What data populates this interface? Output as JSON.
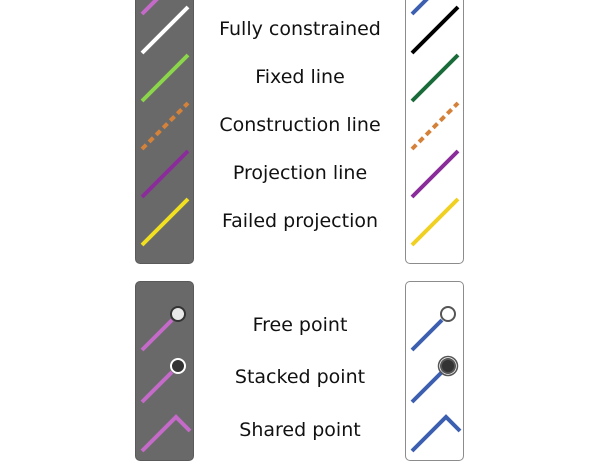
{
  "line_legend": {
    "items": [
      {
        "label": "Fully constrained",
        "dark_color": "#ffffff",
        "light_color": "#000000",
        "dashed": false
      },
      {
        "label": "Fixed line",
        "dark_color": "#8bd64a",
        "light_color": "#1a6b3a",
        "dashed": false
      },
      {
        "label": "Construction line",
        "dark_color": "#d4823a",
        "light_color": "#d4823a",
        "dashed": true
      },
      {
        "label": "Projection line",
        "dark_color": "#8a2c9a",
        "light_color": "#8a2c9a",
        "dashed": false
      },
      {
        "label": "Failed projection",
        "dark_color": "#f0e020",
        "light_color": "#f0d020",
        "dashed": false
      }
    ]
  },
  "point_legend": {
    "items": [
      {
        "label": "Free point",
        "kind": "free"
      },
      {
        "label": "Stacked point",
        "kind": "stacked"
      },
      {
        "label": "Shared point",
        "kind": "shared"
      }
    ]
  },
  "colors": {
    "dark_panel_line": "#c46ac8",
    "light_panel_line": "#3d5fb0",
    "point_fill_free_dark": "#e8e8e8",
    "point_fill_stacked": "#333333"
  }
}
